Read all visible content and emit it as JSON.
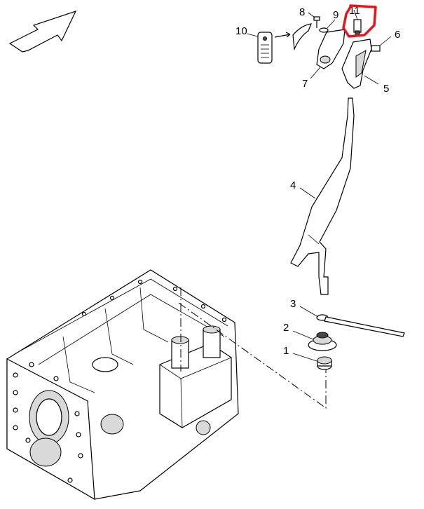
{
  "callouts": {
    "c1": "1",
    "c2": "2",
    "c3": "3",
    "c4": "4",
    "c5": "5",
    "c6": "6",
    "c7": "7",
    "c8": "8",
    "c9": "9",
    "c10": "10",
    "c11": "11"
  },
  "direction_arrow": {
    "icon": "arrow-up-right-icon"
  },
  "highlight": {
    "color": "#e8141b",
    "target_callout": "11"
  }
}
